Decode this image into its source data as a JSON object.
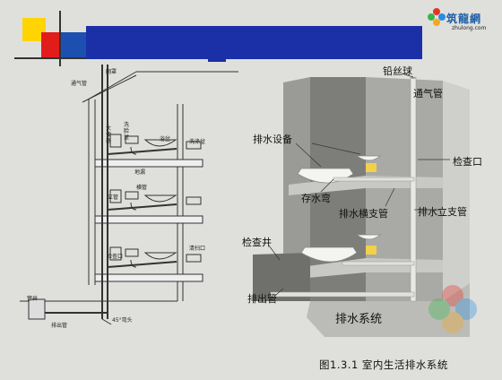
{
  "logo": {
    "name": "筑龍網",
    "url": "zhulong.com"
  },
  "caption": "图1.3.1   室内生活排水系统",
  "left_labels": {
    "wangzhao": "网罩",
    "tongqiguan": "通气管",
    "dabianqi": "大便器",
    "xilianpen": "洗脸盆",
    "yupen": "浴盆",
    "xidipen": "洗涤盆",
    "dilou": "地漏",
    "henguan": "横管",
    "liguan": "立管",
    "qingsaokou": "清扫口",
    "jianchakou": "检查口",
    "chujing": "窨井",
    "paichuguan": "排出管",
    "wantou": "45°弯头"
  },
  "right_labels": {
    "qiansiqiu": "铅丝球",
    "tongqiguan": "通气管",
    "paishuisheibei": "排水设备",
    "jianchakou": "检查口",
    "cunshuiwan": "存水弯",
    "paishuihengzhiguan": "排水横支管",
    "paishuilizhiguan": "排水立支管",
    "jianchajing": "检查井",
    "paichuguan": "排出管",
    "paishuixitong": "排水系统"
  },
  "colors": {
    "banner": "#1b2fa6",
    "red": "#e21b1b",
    "yellow": "#ffd400",
    "blue": "#1d4fb0"
  }
}
